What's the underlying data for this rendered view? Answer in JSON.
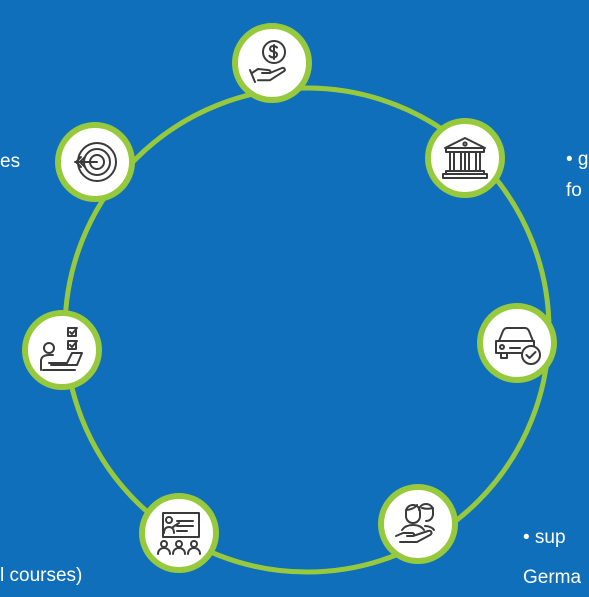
{
  "colors": {
    "background": "#0f6fba",
    "ring": "#97c93d",
    "node_fill": "#ffffff",
    "icon_stroke": "#3a3a3a",
    "text": "#ffffff"
  },
  "nodes": [
    {
      "icon": "money-hand-icon",
      "label_lines": []
    },
    {
      "icon": "bank-building-icon",
      "label_lines": [
        "• g",
        "fo"
      ]
    },
    {
      "icon": "car-check-icon",
      "label_lines": []
    },
    {
      "icon": "people-support-icon",
      "label_lines": [
        "• sup",
        "Germa"
      ]
    },
    {
      "icon": "presentation-icon",
      "label_lines": [
        "l courses)"
      ]
    },
    {
      "icon": "checklist-person-icon",
      "label_lines": []
    },
    {
      "icon": "target-icon",
      "label_lines": [
        "es"
      ]
    }
  ]
}
